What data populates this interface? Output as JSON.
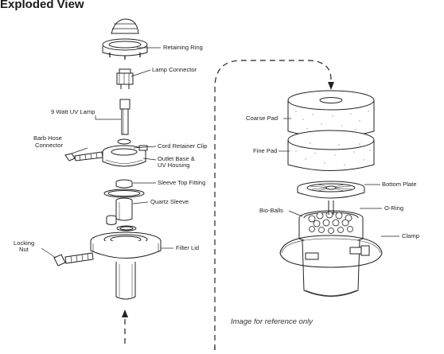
{
  "title": "Exploded View",
  "labels": {
    "retaining_ring": "Retaining Ring",
    "lamp_connector": "Lamp Connector",
    "uv_lamp": "9 Watt UV Lamp",
    "barb_hose_line1": "Barb Hose",
    "barb_hose_line2": "Connector",
    "cord_retainer_clip": "Cord Retainer Clip",
    "outlet_base_line1": "Outlet Base &",
    "outlet_base_line2": "UV Housing",
    "sleeve_top_fitting": "Sleeve Top Fitting",
    "quartz_sleeve": "Quartz Sleeve",
    "locking_nut_line1": "Locking",
    "locking_nut_line2": "Nut",
    "filter_lid": "Filter Lid",
    "coarse_pad": "Coarse Pad",
    "fine_pad": "Fine Pad",
    "bottom_plate": "Bottom Plate",
    "bio_balls": "Bio-Balls",
    "o_ring": "O-Ring",
    "clamp": "Clamp"
  },
  "note": "Image for reference only"
}
